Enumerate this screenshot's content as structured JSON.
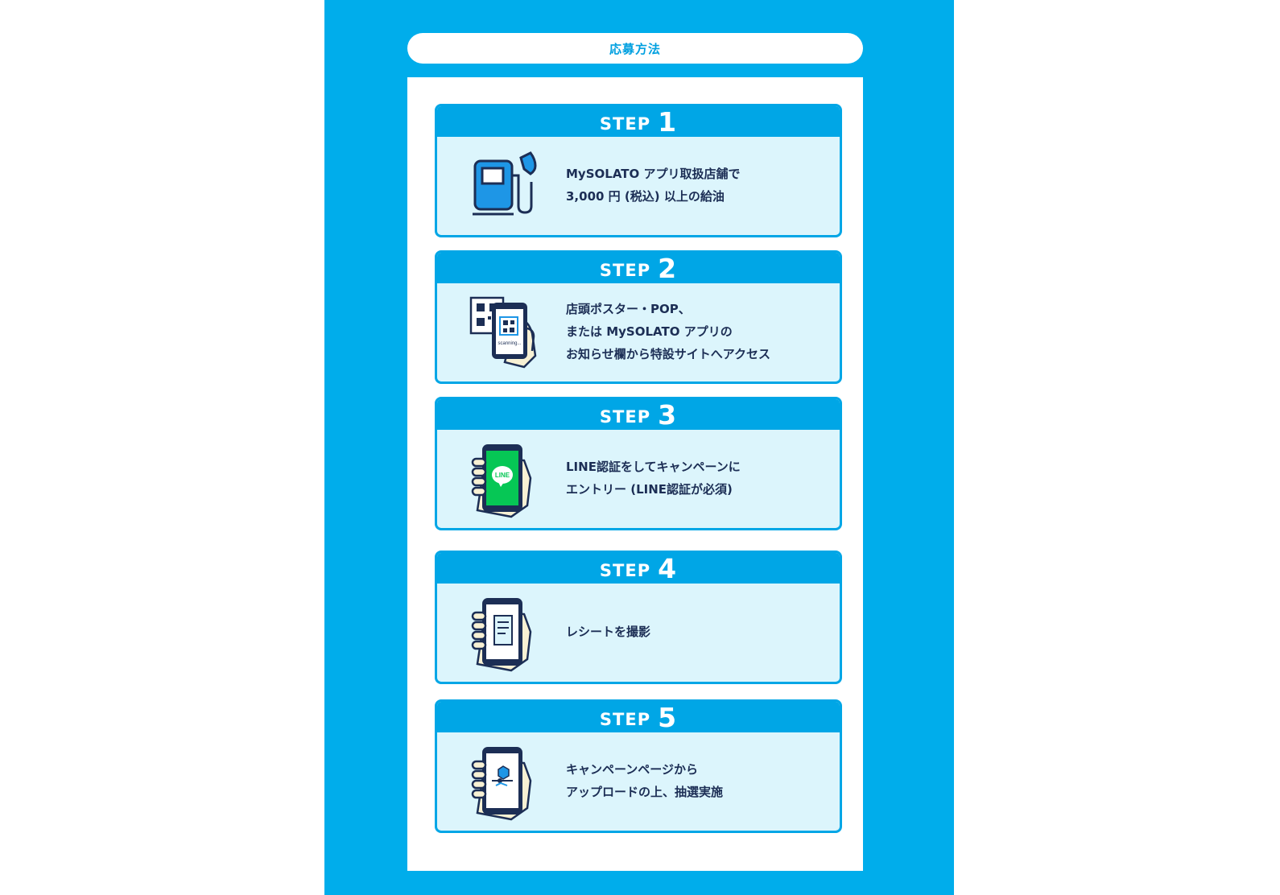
{
  "title": "応募方法",
  "step_label": "STEP",
  "colors": {
    "panel": "#00adeb",
    "step_border": "#00a6e6",
    "step_body": "#dcf5fc",
    "text": "#1c2e55",
    "line_green": "#06c755"
  },
  "steps": [
    {
      "number": "1",
      "icon": "fuel-pump-icon",
      "lines": [
        "MySOLATO アプリ取扱店舗で",
        "3,000 円 (税込) 以上の給油"
      ]
    },
    {
      "number": "2",
      "icon": "qr-scan-phone-icon",
      "icon_text": "scanning...",
      "lines": [
        "店頭ポスター・POP、",
        "または MySOLATO アプリの",
        "お知らせ欄から特設サイトへアクセス"
      ]
    },
    {
      "number": "3",
      "icon": "line-phone-icon",
      "icon_text": "LINE",
      "lines": [
        "LINE認証をしてキャンペーンに",
        "エントリー (LINE認証が必須)"
      ]
    },
    {
      "number": "4",
      "icon": "receipt-phone-icon",
      "lines": [
        "レシートを撮影"
      ]
    },
    {
      "number": "5",
      "icon": "upload-phone-icon",
      "lines": [
        "キャンペーンページから",
        "アップロードの上、抽選実施"
      ]
    }
  ]
}
